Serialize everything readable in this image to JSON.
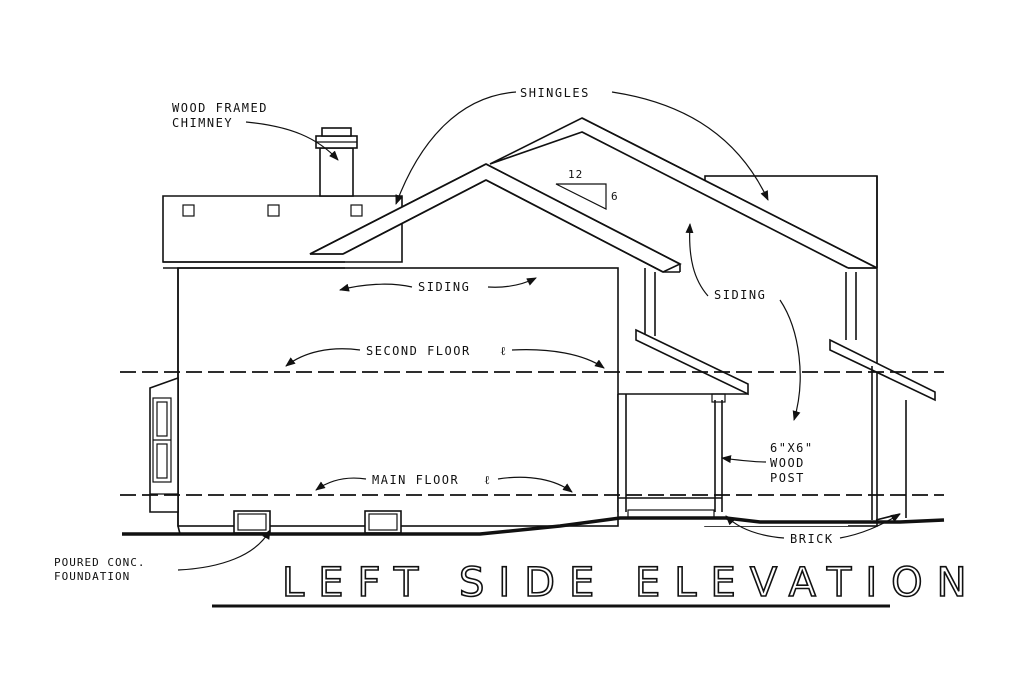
{
  "labels": {
    "wood_framed": "WOOD FRAMED",
    "chimney": "CHIMNEY",
    "shingles": "SHINGLES",
    "pitch_run": "12",
    "pitch_rise": "6",
    "siding_left": "SIDING",
    "siding_right": "SIDING",
    "second_floor": "SECOND FLOOR",
    "main_floor": "MAIN FLOOR",
    "post_line1": "6\"X6\"",
    "post_line2": "WOOD",
    "post_line3": "POST",
    "brick": "BRICK",
    "foundation_line1": "POURED CONC.",
    "foundation_line2": "FOUNDATION"
  },
  "title": "LEFT SIDE ELEVATION"
}
